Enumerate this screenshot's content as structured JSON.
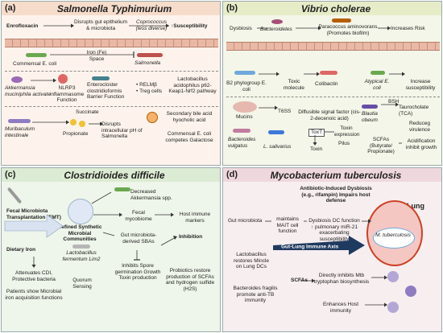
{
  "panel_a": {
    "label": "(a)",
    "title": "Salmonella Typhimurium",
    "enrofloxacin": "Enrofloxacin",
    "disrupts": "Disrupts gut epithelium & microbiota",
    "coprococcus": "Coprococcus (less diverse)",
    "susceptibility": "↑Susceptibility",
    "commensal_ecoli": "Commensal E. coli",
    "iron_space": "Iron (Fe)\nSpace",
    "salmonella": "Salmonella",
    "akkermansia": "Akkermansia muciniphila activate",
    "nlrp3": "NLRP3 inflammasome Function",
    "enterocloster": "Enterocloster clostridioformis Barrier Function",
    "relm": "• RELMβ\n• Treg cells",
    "lacto_acid": "Lactobacillus acidophilus p62-Keap1-Nrf2 pathway",
    "succinate": "Succinate",
    "muribaculum": "Muribaculum intestinale",
    "propionate": "Propionate",
    "disrupts_ph": "Disrupts intracellular pH of Salmonella",
    "secondary_bile": "Secondary bile acid hyocholic acid",
    "galactose": "Commensal E. coli competes Galactose"
  },
  "panel_b": {
    "label": "(b)",
    "title": "Vibrio cholerae",
    "dysbiosis": "Dysbiosis",
    "bacteroidetes": "Bacteroidetes",
    "paracoccus": "Paracoccus aminovorans (Promotes biofilm)",
    "increases_risk": "Increases Risk",
    "b2_ecoli": "B2 phylogroup E. coli",
    "toxic_molecule": "Toxic molecule",
    "colibactin": "Colibactin",
    "atypical_ecoli": "Atypical E. coli",
    "increase_susc": "Increase susceptibility",
    "mucins": "Mucins",
    "t6ss": "T6SS",
    "diffusible": "Diffusible signal factor (cis-2-decenoic acid)",
    "blautia": "Blautia obeum",
    "bsh": "BSH",
    "taurocholate": "Taurocholate (TCA)",
    "reduce_virulence": "Reduceg virulence",
    "toxt": "ToxT",
    "toxin_expression": "Toxin expression",
    "pilus": "Pilus",
    "toxin": "Toxin",
    "bacteroides_vulgatus": "Bacteroides vulgatus",
    "l_salivarius": "L. salivarius",
    "scfas": "SCFAs (Butyrate/ Propionate)",
    "acidification": "Acidification inhibit growth"
  },
  "panel_c": {
    "label": "(c)",
    "title": "Clostridioides difficile",
    "fmt": "Fecal Microbiota Transplantation (FMT)",
    "decreased_akk": "Decreased Akkermansia spp.",
    "defined_synthetic": "Defined Synthetic Microbial Communities",
    "fecal_mycobiome": "Fecal mycobiome",
    "host_immune": "Host immune markers",
    "inhibition": "Inhibition",
    "dietary_iron": "Dietary Iron",
    "lacto_fermentum": "Lactobacillus fermentum Lim2",
    "gut_derived_sbas": "Gut microbiota-derived SBAs",
    "attenuates_cdi": "Attenuates CDI, Protective bacteria",
    "inhibits": "Inhibits Spore germination Growth Toxin production",
    "probiotics": "Probiotics restore production of SCFAs and hydrogen sulfide (H2S)",
    "patients_show": "Patients show Microbial iron acquisition functions",
    "quorum": "Quorum Sensing"
  },
  "panel_d": {
    "label": "(d)",
    "title": "Mycobacterium tuberculosis",
    "antibiotic_induced": "Antibiotic-Induced Dysbiosis (e.g., rifampin) Impairs host defense",
    "lung": "Lung",
    "gut_microbiota": "Gut microbiota",
    "maintains_mait": "maintains MAIT cell function",
    "dysbiosis_dc": "Dysbiosis DC function ↑ pulmonary miR-21 exacerbating susceptibility",
    "gut_lung_axis": "Gut-Lung Immune Axis",
    "m_tuberculosis": "M. tuberculosis",
    "lacto_mincle": "Lactobacillus restores Mincle on Lung DCs",
    "scfas": "SCFAs",
    "b_fragilis": "Bacteroides fragilis promote anti-TB immunity",
    "directly_inhibits": "Directly inhibits Mtb tryptophan biosynthesis",
    "enhances": "Enhances Host immunity"
  }
}
